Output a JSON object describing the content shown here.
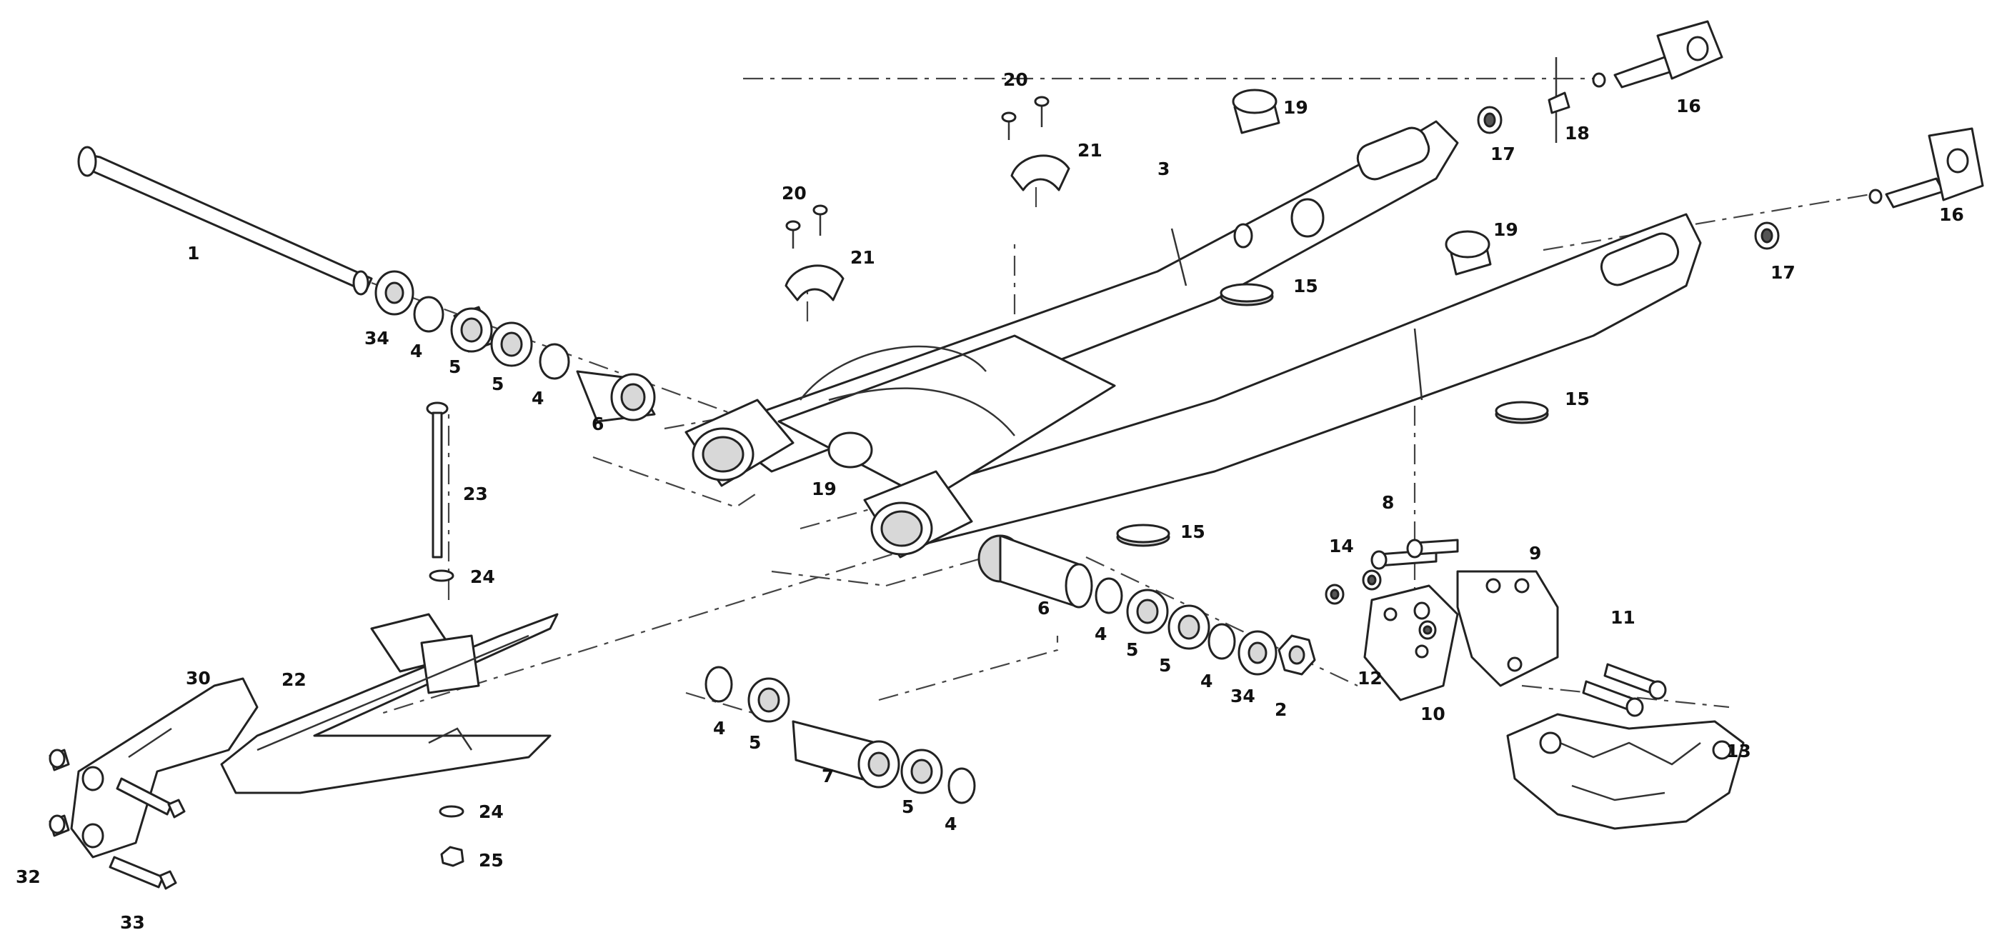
{
  "callouts": [
    {
      "id": "c1",
      "text": "1"
    },
    {
      "id": "c2",
      "text": "2"
    },
    {
      "id": "c3",
      "text": "3"
    },
    {
      "id": "c4a",
      "text": "4"
    },
    {
      "id": "c4b",
      "text": "4"
    },
    {
      "id": "c4c",
      "text": "4"
    },
    {
      "id": "c4d",
      "text": "4"
    },
    {
      "id": "c4e",
      "text": "4"
    },
    {
      "id": "c4f",
      "text": "4"
    },
    {
      "id": "c5a",
      "text": "5"
    },
    {
      "id": "c5b",
      "text": "5"
    },
    {
      "id": "c5c",
      "text": "5"
    },
    {
      "id": "c5d",
      "text": "5"
    },
    {
      "id": "c5e",
      "text": "5"
    },
    {
      "id": "c5f",
      "text": "5"
    },
    {
      "id": "c6a",
      "text": "6"
    },
    {
      "id": "c6b",
      "text": "6"
    },
    {
      "id": "c7",
      "text": "7"
    },
    {
      "id": "c8",
      "text": "8"
    },
    {
      "id": "c9",
      "text": "9"
    },
    {
      "id": "c10",
      "text": "10"
    },
    {
      "id": "c11",
      "text": "11"
    },
    {
      "id": "c12",
      "text": "12"
    },
    {
      "id": "c13",
      "text": "13"
    },
    {
      "id": "c14",
      "text": "14"
    },
    {
      "id": "c15a",
      "text": "15"
    },
    {
      "id": "c15b",
      "text": "15"
    },
    {
      "id": "c15c",
      "text": "15"
    },
    {
      "id": "c16a",
      "text": "16"
    },
    {
      "id": "c16b",
      "text": "16"
    },
    {
      "id": "c17a",
      "text": "17"
    },
    {
      "id": "c17b",
      "text": "17"
    },
    {
      "id": "c18",
      "text": "18"
    },
    {
      "id": "c19a",
      "text": "19"
    },
    {
      "id": "c19b",
      "text": "19"
    },
    {
      "id": "c19c",
      "text": "19"
    },
    {
      "id": "c20a",
      "text": "20"
    },
    {
      "id": "c20b",
      "text": "20"
    },
    {
      "id": "c21a",
      "text": "21"
    },
    {
      "id": "c21b",
      "text": "21"
    },
    {
      "id": "c22",
      "text": "22"
    },
    {
      "id": "c23",
      "text": "23"
    },
    {
      "id": "c24a",
      "text": "24"
    },
    {
      "id": "c24b",
      "text": "24"
    },
    {
      "id": "c25",
      "text": "25"
    },
    {
      "id": "c30",
      "text": "30"
    },
    {
      "id": "c32",
      "text": "32"
    },
    {
      "id": "c33",
      "text": "33"
    },
    {
      "id": "c34a",
      "text": "34"
    },
    {
      "id": "c34b",
      "text": "34"
    }
  ]
}
